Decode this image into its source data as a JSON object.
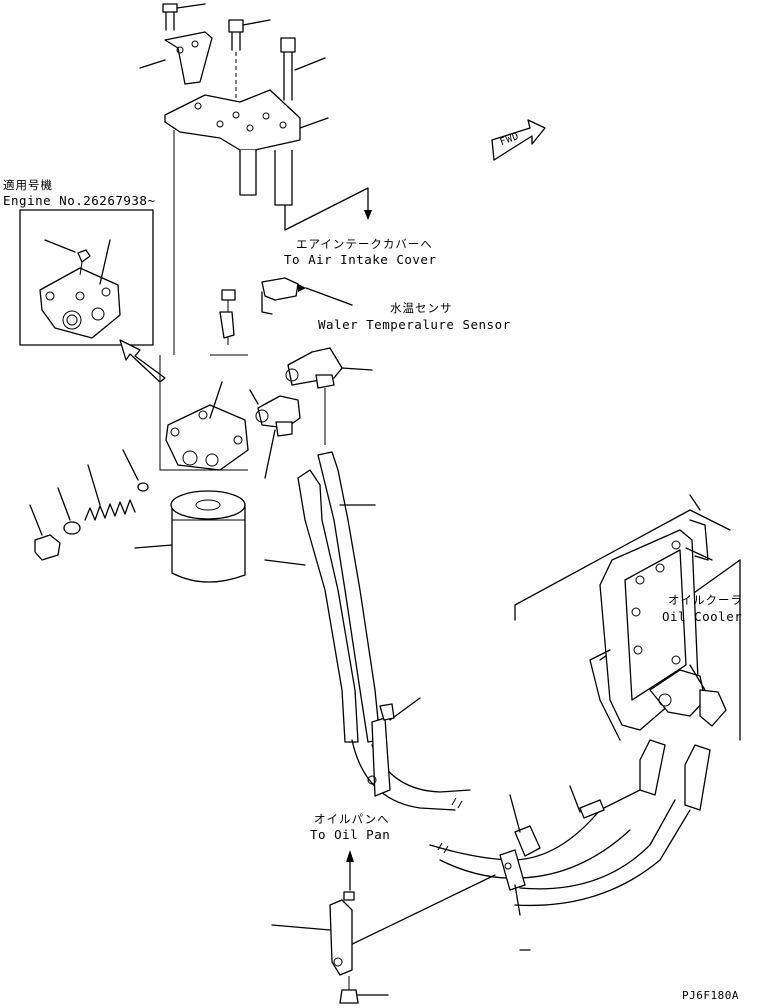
{
  "applicability": {
    "line1": "適用号機",
    "line2": "Engine No.26267938~"
  },
  "labels": {
    "air_intake_ja": "エアインテークカバーへ",
    "air_intake_en": "To Air Intake Cover",
    "water_temp_ja": "水温センサ",
    "water_temp_en": "Waler Temperalure Sensor",
    "oil_cooler_ja": "オイルクーラ",
    "oil_cooler_en": "Oil Cooler",
    "oil_pan_ja": "オイルパンへ",
    "oil_pan_en": "To Oil Pan",
    "fwd": "FWD",
    "drawing_code": "PJ6F180A"
  }
}
